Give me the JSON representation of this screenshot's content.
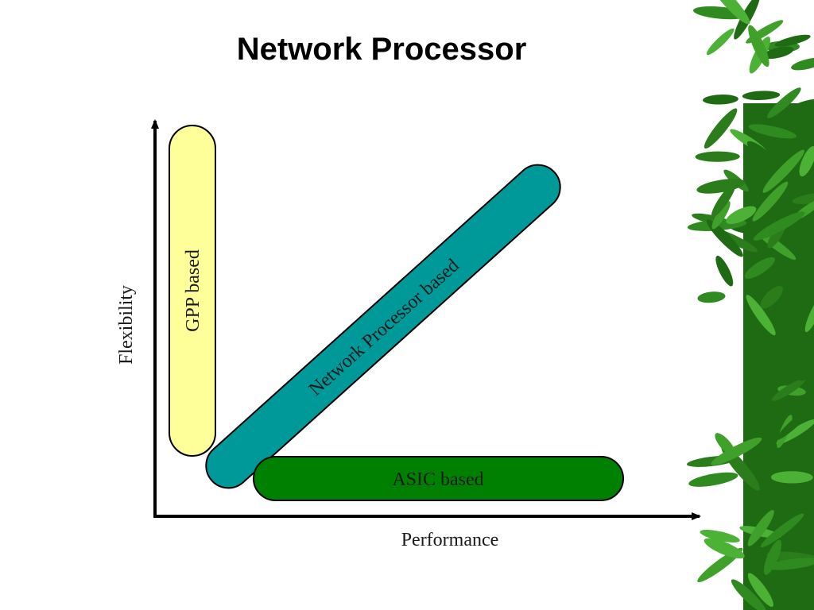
{
  "slide": {
    "title": "Network Processor"
  },
  "diagram": {
    "x_axis_label": "Performance",
    "y_axis_label": "Flexibility",
    "regions": [
      {
        "label": "GPP based",
        "fill": "#ffff99"
      },
      {
        "label": "Network Processor based",
        "fill": "#009999"
      },
      {
        "label": "ASIC based",
        "fill": "#008000"
      }
    ]
  },
  "decoration": {
    "image": "bamboo-leaves",
    "color": "#2f8a1f"
  }
}
